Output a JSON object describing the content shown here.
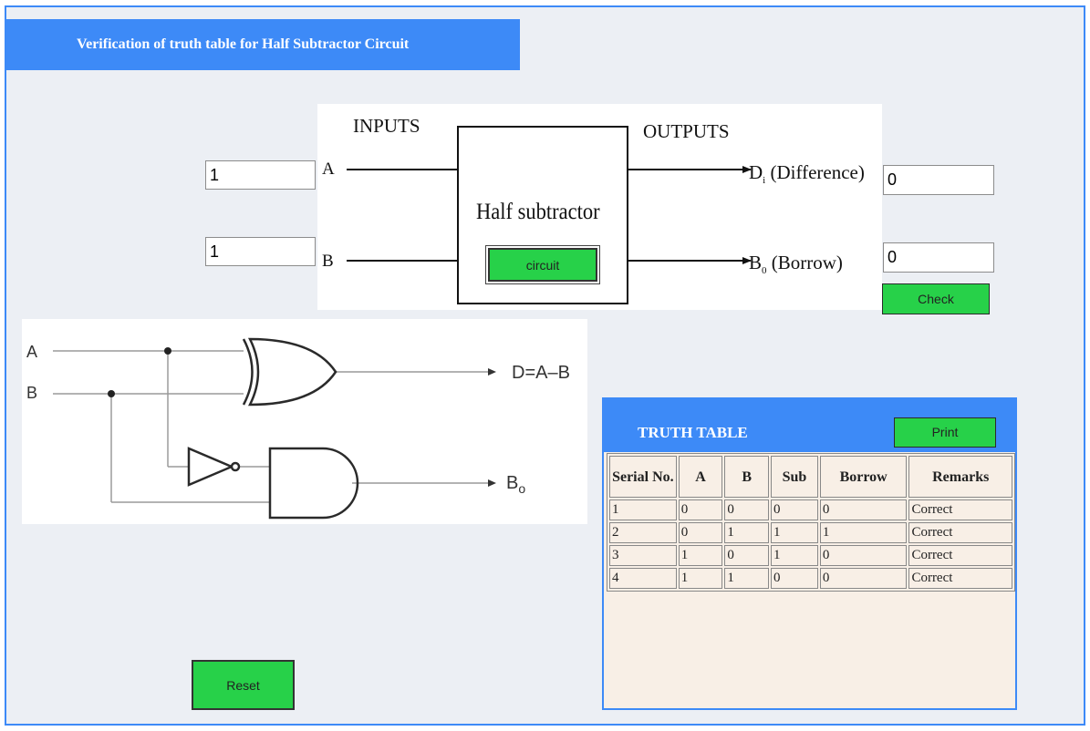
{
  "title": "Verification of truth table for Half Subtractor Circuit",
  "block": {
    "inputs_label": "INPUTS",
    "outputs_label": "OUTPUTS",
    "a_label": "A",
    "b_label": "B",
    "box_label": "Half subtractor",
    "d_label": "D",
    "d_sub": "i",
    "d_desc": "(Difference)",
    "b0_label": "B",
    "b0_sub": "0",
    "b0_desc": "(Borrow)"
  },
  "inputs": {
    "a_value": "1",
    "b_value": "1"
  },
  "outputs": {
    "difference_value": "0",
    "borrow_value": "0"
  },
  "buttons": {
    "circuit": "circuit",
    "check": "Check",
    "print": "Print",
    "reset": "Reset"
  },
  "logic_diagram": {
    "a": "A",
    "b": "B",
    "d_out": "D=A–B",
    "b_out": "B",
    "b_out_sub": "o"
  },
  "truth_table": {
    "title": "TRUTH TABLE",
    "headers": [
      "Serial No.",
      "A",
      "B",
      "Sub",
      "Borrow",
      "Remarks"
    ],
    "rows": [
      [
        "1",
        "0",
        "0",
        "0",
        "0",
        "Correct"
      ],
      [
        "2",
        "0",
        "1",
        "1",
        "1",
        "Correct"
      ],
      [
        "3",
        "1",
        "0",
        "1",
        "0",
        "Correct"
      ],
      [
        "4",
        "1",
        "1",
        "0",
        "0",
        "Correct"
      ]
    ]
  },
  "colors": {
    "accent": "#3d8af7",
    "button": "#27d149",
    "panel": "#f8efe6",
    "background": "#eceff4"
  }
}
